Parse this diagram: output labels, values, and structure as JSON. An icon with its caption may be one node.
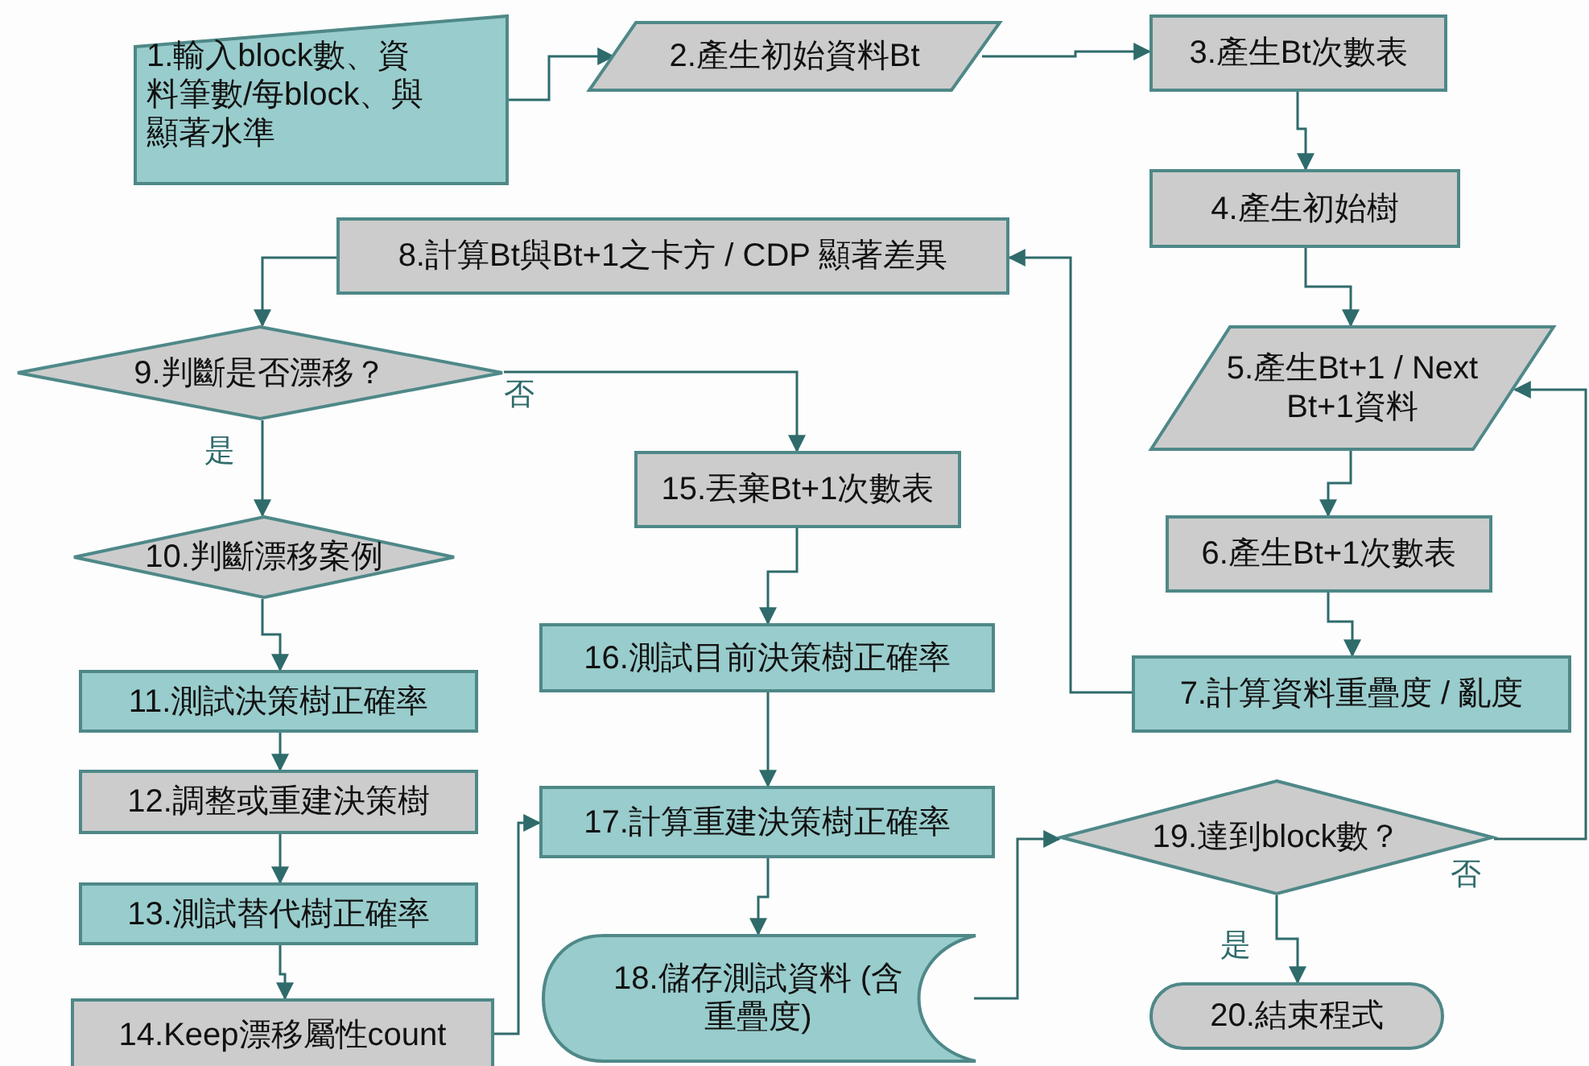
{
  "diagram": {
    "nodes": [
      {
        "text": [
          "1.輸入block數、資料筆數/每block、與顯著水準"
        ]
      },
      {
        "text": [
          "2.產生初始資料Bt"
        ]
      },
      {
        "text": [
          "3.產生Bt次數表"
        ]
      },
      {
        "text": [
          "4.產生初始樹"
        ]
      },
      {
        "text": [
          "5.產生Bt+1 / Next Bt+1資料"
        ]
      },
      {
        "text": [
          "6.產生Bt+1次數表"
        ]
      },
      {
        "text": [
          "7.計算資料重疊度 / 亂度"
        ]
      },
      {
        "text": [
          "8.計算Bt與Bt+1之卡方 / CDP 顯著差異"
        ]
      },
      {
        "text": [
          "9.判斷是否漂移？"
        ]
      },
      {
        "text": [
          "10.判斷漂移案例"
        ]
      },
      {
        "text": [
          "11.測試決策樹正確率"
        ]
      },
      {
        "text": [
          "12.調整或重建決策樹"
        ]
      },
      {
        "text": [
          "13.測試替代樹正確率"
        ]
      },
      {
        "text": [
          "14.Keep漂移屬性count"
        ]
      },
      {
        "text": [
          "15.丟棄Bt+1次數表"
        ]
      },
      {
        "text": [
          "16.測試目前決策樹正確率"
        ]
      },
      {
        "text": [
          "17.計算重建決策樹正確率"
        ]
      },
      {
        "text": [
          "18.儲存測試資料 (含重疊度)"
        ]
      },
      {
        "text": [
          "19.達到block數？"
        ]
      },
      {
        "text": [
          "20.結束程式"
        ]
      }
    ],
    "edges": [
      {
        "from": 0,
        "to": 1,
        "arrow": "to"
      },
      {
        "from": 1,
        "to": 2,
        "arrow": "to"
      },
      {
        "from": 2,
        "to": 3,
        "arrow": "to"
      },
      {
        "from": 3,
        "to": 4,
        "arrow": "to"
      },
      {
        "from": 4,
        "to": 5,
        "arrow": "to"
      },
      {
        "from": 5,
        "to": 6,
        "arrow": "to"
      },
      {
        "from": 6,
        "to": 7,
        "arrow": "to"
      },
      {
        "from": 7,
        "to": 8,
        "arrow": "to"
      },
      {
        "from": 8,
        "to": 14,
        "arrow": "to",
        "label": "否"
      },
      {
        "from": 8,
        "to": 9,
        "arrow": "to",
        "label": "是"
      },
      {
        "from": 9,
        "to": 10,
        "arrow": "to"
      },
      {
        "from": 10,
        "to": 11,
        "arrow": "to"
      },
      {
        "from": 11,
        "to": 12,
        "arrow": "to"
      },
      {
        "from": 12,
        "to": 13,
        "arrow": "to"
      },
      {
        "from": 13,
        "to": 16,
        "arrow": "to"
      },
      {
        "from": 14,
        "to": 15,
        "arrow": "to"
      },
      {
        "from": 15,
        "to": 16,
        "arrow": "to"
      },
      {
        "from": 16,
        "to": 17,
        "arrow": "to"
      },
      {
        "from": 17,
        "to": 18,
        "arrow": "to"
      },
      {
        "from": 18,
        "to": 19,
        "arrow": "to",
        "label": "是"
      },
      {
        "from": 18,
        "to": 4,
        "arrow": "to",
        "label": "否"
      }
    ]
  }
}
